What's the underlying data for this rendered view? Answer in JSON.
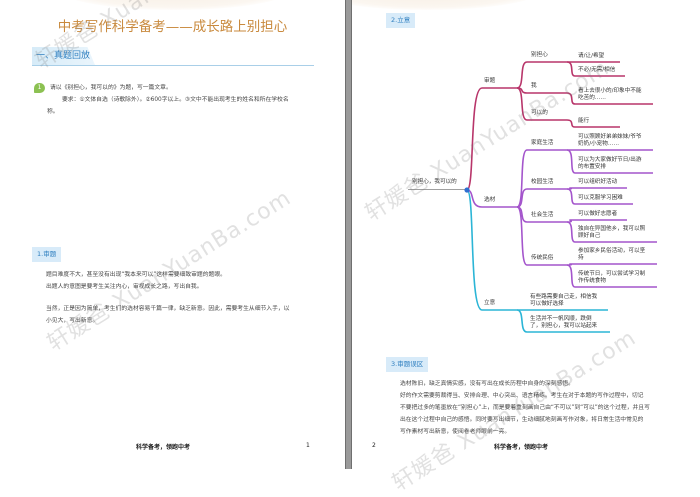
{
  "watermark": "轩媛爸 XuanYuanBa.com",
  "page1": {
    "title": "中考写作科学备考——成长路上别担心",
    "section_heading": "一、真题回放",
    "question_number": "1",
    "question_lines": [
      "请以《别担心，我可以的》为题，写一篇文章。",
      "要求：①文体自选（诗歌除外）。②600字以上。③文中不能出现考生的姓名和所在学校名",
      "称。"
    ],
    "sub1_heading": "1.审题",
    "sub1_lines": [
      "题目难度不大，甚至没有出现“我本来可以”这样需要细致审题的题眼。",
      "出题人的意图是要考生关注内心，审视成长之路，写出自我。",
      "当然，正是因为简单，考生们的选材容易千篇一律，缺乏新意。因此，需要考生从细节入手，以",
      "小见大，写出新意。"
    ],
    "footer_text": "科学备考，领跑中考",
    "page_number": "1"
  },
  "page2": {
    "sub2_heading": "2.立意",
    "sub3_heading": "3.审题误区",
    "sub3_lines": [
      "选材陈旧，缺乏真情实感，没有写出在成长历程中自身的深刻感悟。",
      "好的作文需要剪裁得当、安排合理、中心突出、语言精练。考生在对于本题的写作过程中，切记",
      "不要把过多的笔墨放在“别担心”上，而是要着重刻画自己由“不可以”到“可以”的这个过程，并且写",
      "出在这个过程中自己的感悟。同时要写出细节，生动细腻地刻画写作对象，将日常生活中常见的",
      "写作素材写出新意，使阅卷老师眼前一亮。"
    ],
    "footer_text": "科学备考，领跑中考",
    "page_number": "2"
  },
  "mindmap": {
    "root": "别担心，我可以的",
    "colors": {
      "shenti": "#b8356a",
      "xuancai": "#a455cc",
      "liyi": "#2bb5d6",
      "root": "#2f6fd0"
    },
    "branches": [
      {
        "label": "审题",
        "children": [
          {
            "label": "别担心",
            "leaves": [
              [
                "请/让/希望"
              ],
              [
                "不必/无需/相信"
              ]
            ]
          },
          {
            "label": "我",
            "leaves": [
              [
                "看上去很小的/印象中不能",
                "吃苦的……"
              ]
            ]
          },
          {
            "label": "可以的",
            "leaves": [
              [
                "能行"
              ]
            ]
          }
        ]
      },
      {
        "label": "选材",
        "children": [
          {
            "label": "家庭生活",
            "leaves": [
              [
                "可以照顾好弟弟妹妹/爷爷",
                "奶奶/小宠物……"
              ],
              [
                "可以为大家做好节日/出游",
                "的布置安排"
              ]
            ]
          },
          {
            "label": "校园生活",
            "leaves": [
              [
                "可以组织好活动"
              ],
              [
                "可以克服学习困难"
              ]
            ]
          },
          {
            "label": "社会生活",
            "leaves": [
              [
                "可以做好志愿者"
              ],
              [
                "独自在异国他乡，我可以照",
                "顾好自己"
              ]
            ]
          },
          {
            "label": "传统民俗",
            "leaves": [
              [
                "参加家乡民俗活动，可以坚",
                "持"
              ],
              [
                "传统节日，可以尝试学习制",
                "作传统食物"
              ]
            ]
          }
        ]
      },
      {
        "label": "立意",
        "leaves": [
          [
            "有些路需要自己走，相信我",
            "可以做好选择"
          ],
          [
            "生活并不一帆风顺，跌倒",
            "了，别担心，我可以站起来"
          ]
        ]
      }
    ]
  }
}
